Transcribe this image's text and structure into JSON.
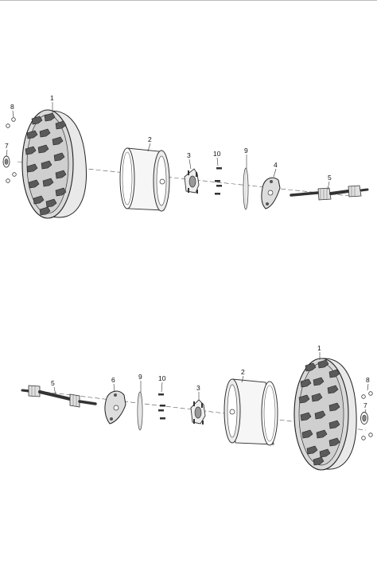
{
  "diagram": {
    "upper": {
      "callouts": {
        "c1": "1",
        "c2": "2",
        "c3": "3",
        "c4": "4",
        "c5": "5",
        "c7": "7",
        "c8": "8",
        "c9": "9",
        "c10": "10"
      }
    },
    "lower": {
      "callouts": {
        "c1": "1",
        "c2": "2",
        "c3": "3",
        "c5": "5",
        "c6": "6",
        "c7": "7",
        "c8": "8",
        "c9": "9",
        "c10": "10"
      }
    }
  },
  "colors": {
    "line": "#333333",
    "fill": "#ffffff",
    "tread": "#444444"
  }
}
